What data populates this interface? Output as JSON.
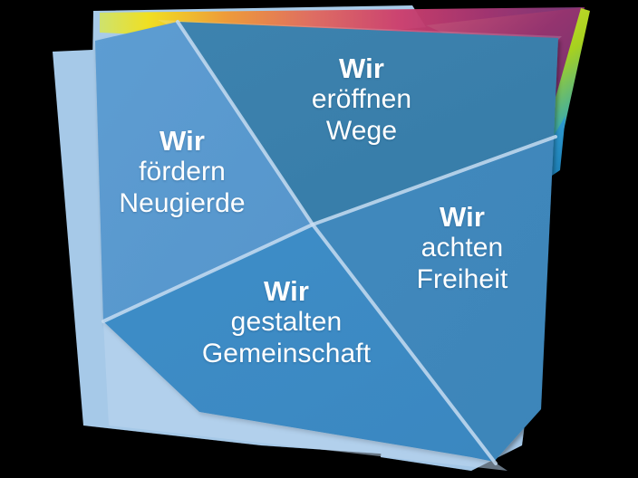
{
  "graphic": {
    "title": "Wir-Werte Vier-Felder-Grafik",
    "shape": "stylised folded paper diamond split into four sectors",
    "background_color": "#000000",
    "palette": {
      "backdrop_pale_blue": "#a6c9e8",
      "sector_top_blue": "#3a7fab",
      "sector_left_blue": "#5b9bd0",
      "sector_right_blue": "#4189bd",
      "sector_bottom_blue": "#3d8cc6",
      "divider_line": "#c3daf0",
      "text_color": "#ffffff",
      "corner_gradient_yellow": "#f5e01e",
      "corner_gradient_orange": "#ef8a3c",
      "corner_gradient_pink": "#d4456f",
      "corner_gradient_magenta": "#b8346f",
      "corner_gradient_purple": "#7d3a7a",
      "corner_gradient_green": "#a6d220",
      "corner_gradient_cyan": "#1b9ed0"
    }
  },
  "sectors": [
    {
      "id": "top",
      "name": "wir-eroeffnen-wege",
      "lead": "Wir",
      "line2": "eröffnen",
      "line3": "Wege",
      "full_text": "Wir eröffnen Wege"
    },
    {
      "id": "left",
      "name": "wir-foerdern-neugierde",
      "lead": "Wir",
      "line2": "fördern",
      "line3": "Neugierde",
      "full_text": "Wir fördern Neugierde"
    },
    {
      "id": "right",
      "name": "wir-achten-freiheit",
      "lead": "Wir",
      "line2": "achten",
      "line3": "Freiheit",
      "full_text": "Wir achten Freiheit"
    },
    {
      "id": "bottom",
      "name": "wir-gestalten-gemeinschaft",
      "lead": "Wir",
      "line2": "gestalten",
      "line3": "Gemeinschaft",
      "full_text": "Wir gestalten Gemeinschaft"
    }
  ]
}
